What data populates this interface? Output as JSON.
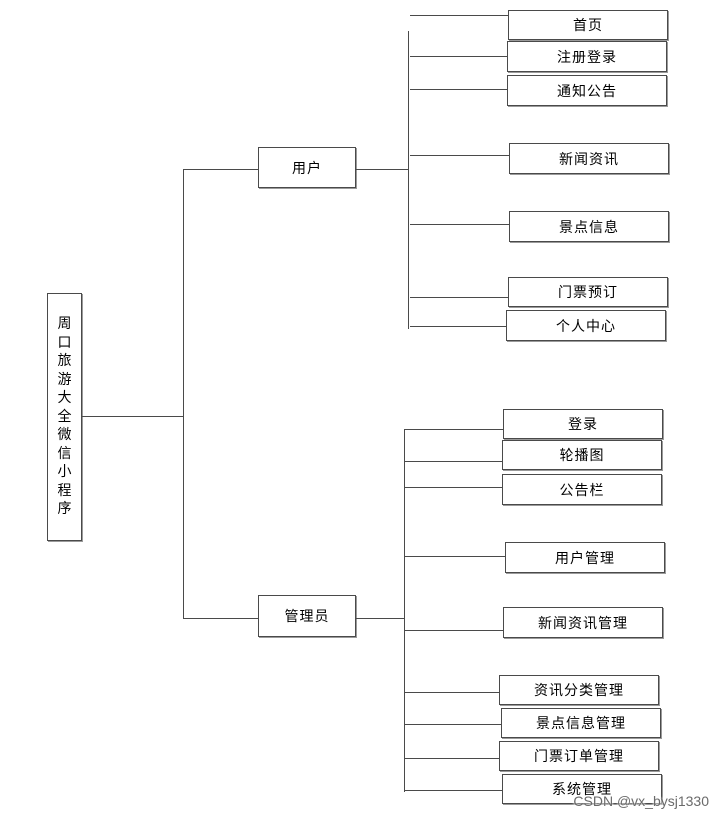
{
  "root": {
    "label_chars": [
      "周",
      "口",
      "旅",
      "游",
      "大",
      "全",
      "微",
      "信",
      "小",
      "程",
      "序"
    ]
  },
  "branches": [
    {
      "label": "用户",
      "children": [
        "首页",
        "注册登录",
        "通知公告",
        "新闻资讯",
        "景点信息",
        "门票预订",
        "个人中心"
      ]
    },
    {
      "label": "管理员",
      "children": [
        "登录",
        "轮播图",
        "公告栏",
        "用户管理",
        "新闻资讯管理",
        "资讯分类管理",
        "景点信息管理",
        "门票订单管理",
        "系统管理"
      ]
    }
  ],
  "watermark": "CSDN @vx_bysj1330",
  "colors": {
    "line": "#4a4a4a",
    "box_border": "#4a4a4a",
    "background": "#ffffff"
  }
}
